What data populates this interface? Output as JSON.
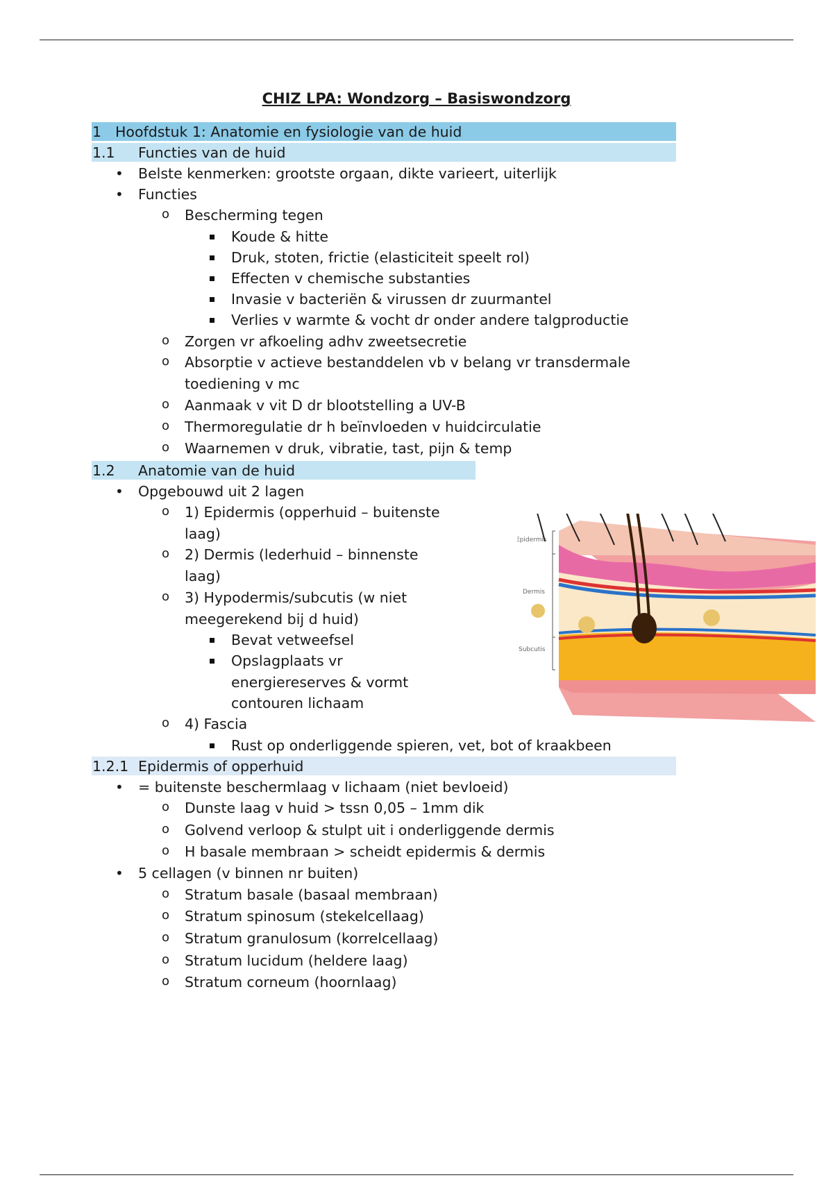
{
  "title": "CHIZ LPA: Wondzorg – Basiswondzorg",
  "figure": {
    "labels": [
      "Epidermis",
      "Dermis",
      "Subcutis"
    ]
  },
  "colors": {
    "h1": "#8ccbe8",
    "h2": "#c5e4f3",
    "h3": "#dce9f6"
  },
  "lines": [
    {
      "t": "h1",
      "num": "1",
      "text": "Hoofdstuk 1: Anatomie en fysiologie van de huid"
    },
    {
      "t": "h2",
      "num": "1.1",
      "text": "Functies van de huid"
    },
    {
      "t": "b1",
      "text": "Belste kenmerken: grootste orgaan, dikte varieert, uiterlijk"
    },
    {
      "t": "b1",
      "text": "Functies"
    },
    {
      "t": "b2",
      "text": "Bescherming tegen"
    },
    {
      "t": "b3",
      "text": "Koude & hitte"
    },
    {
      "t": "b3",
      "text": "Druk, stoten, frictie (elasticiteit speelt rol)"
    },
    {
      "t": "b3",
      "text": "Effecten v chemische substanties"
    },
    {
      "t": "b3",
      "text": "Invasie v bacteriën & virussen dr zuurmantel"
    },
    {
      "t": "b3",
      "text": "Verlies v warmte & vocht dr onder andere talgproductie"
    },
    {
      "t": "b2",
      "text": "Zorgen vr afkoeling adhv zweetsecretie"
    },
    {
      "t": "b2",
      "text": "Absorptie v actieve bestanddelen vb v belang vr transdermale"
    },
    {
      "t": "c2",
      "text": "toediening v mc"
    },
    {
      "t": "b2",
      "text": "Aanmaak v vit D dr blootstelling a UV-B"
    },
    {
      "t": "b2",
      "text": "Thermoregulatie dr h beïnvloeden v huidcirculatie"
    },
    {
      "t": "b2",
      "text": "Waarnemen v druk, vibratie, tast, pijn & temp"
    },
    {
      "t": "h2s",
      "num": "1.2",
      "text": "Anatomie van de huid"
    },
    {
      "t": "b1",
      "text": "Opgebouwd uit 2 lagen"
    },
    {
      "t": "b2",
      "text": "1) Epidermis (opperhuid – buitenste"
    },
    {
      "t": "c2",
      "text": "laag)"
    },
    {
      "t": "b2",
      "text": "2) Dermis (lederhuid – binnenste"
    },
    {
      "t": "c2",
      "text": "laag)"
    },
    {
      "t": "b2",
      "text": "3) Hypodermis/subcutis (w niet"
    },
    {
      "t": "c2",
      "text": "meegerekend bij d huid)"
    },
    {
      "t": "b3",
      "text": "Bevat vetweefsel"
    },
    {
      "t": "b3",
      "text": "Opslagplaats vr"
    },
    {
      "t": "c3",
      "text": "energiereserves & vormt"
    },
    {
      "t": "c3",
      "text": "contouren lichaam"
    },
    {
      "t": "b2",
      "text": "4) Fascia"
    },
    {
      "t": "b3",
      "text": "Rust op onderliggende spieren, vet, bot of kraakbeen"
    },
    {
      "t": "h3",
      "num": "1.2.1",
      "text": "Epidermis of opperhuid"
    },
    {
      "t": "b1",
      "text": "= buitenste beschermlaag v lichaam (niet bevloeid)"
    },
    {
      "t": "b2",
      "text": "Dunste laag v huid > tssn 0,05 – 1mm dik"
    },
    {
      "t": "b2",
      "text": "Golvend verloop & stulpt uit  i onderliggende dermis"
    },
    {
      "t": "b2",
      "text": "H basale membraan > scheidt epidermis & dermis"
    },
    {
      "t": "b1",
      "text": "5 cellagen (v binnen nr buiten)"
    },
    {
      "t": "b2",
      "text": "Stratum basale (basaal membraan)"
    },
    {
      "t": "b2",
      "text": "Stratum spinosum (stekelcellaag)"
    },
    {
      "t": "b2",
      "text": "Stratum granulosum (korrelcellaag)"
    },
    {
      "t": "b2",
      "text": "Stratum lucidum (heldere laag)"
    },
    {
      "t": "b2",
      "text": "Stratum corneum (hoornlaag)"
    }
  ]
}
